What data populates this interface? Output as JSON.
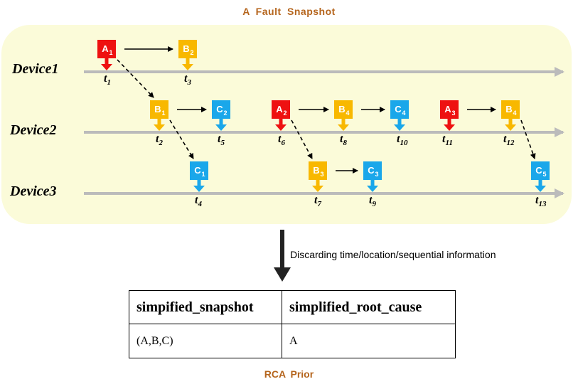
{
  "title": "A  Fault  Snapshot",
  "devices": [
    "Device1",
    "Device2",
    "Device3"
  ],
  "events": [
    {
      "letter": "A",
      "sub": "1",
      "color": "red",
      "device": 0,
      "time": "1"
    },
    {
      "letter": "B",
      "sub": "2",
      "color": "orange",
      "device": 0,
      "time": "3"
    },
    {
      "letter": "B",
      "sub": "1",
      "color": "orange",
      "device": 1,
      "time": "2"
    },
    {
      "letter": "C",
      "sub": "2",
      "color": "blue",
      "device": 1,
      "time": "5"
    },
    {
      "letter": "A",
      "sub": "2",
      "color": "red",
      "device": 1,
      "time": "6"
    },
    {
      "letter": "B",
      "sub": "4",
      "color": "orange",
      "device": 1,
      "time": "8"
    },
    {
      "letter": "C",
      "sub": "4",
      "color": "blue",
      "device": 1,
      "time": "10"
    },
    {
      "letter": "A",
      "sub": "3",
      "color": "red",
      "device": 1,
      "time": "11"
    },
    {
      "letter": "B",
      "sub": "4",
      "color": "orange",
      "device": 1,
      "time": "12"
    },
    {
      "letter": "C",
      "sub": "1",
      "color": "blue",
      "device": 2,
      "time": "4"
    },
    {
      "letter": "B",
      "sub": "3",
      "color": "orange",
      "device": 2,
      "time": "7"
    },
    {
      "letter": "C",
      "sub": "3",
      "color": "blue",
      "device": 2,
      "time": "9"
    },
    {
      "letter": "C",
      "sub": "5",
      "color": "blue",
      "device": 2,
      "time": "13"
    }
  ],
  "time_prefix": "t",
  "solid_links": [
    [
      0,
      1
    ],
    [
      2,
      3
    ],
    [
      4,
      5
    ],
    [
      5,
      6
    ],
    [
      7,
      8
    ],
    [
      10,
      11
    ]
  ],
  "dashed_links": [
    [
      0,
      2
    ],
    [
      2,
      9
    ],
    [
      4,
      10
    ],
    [
      8,
      12
    ]
  ],
  "transform_label": "Discarding time/location/sequential  information",
  "table": {
    "headers": [
      "simpified_snapshot",
      "simplified_root_cause"
    ],
    "row": [
      "(A,B,C)",
      "A"
    ]
  },
  "footer_title": "RCA Prior",
  "colors": {
    "red": "#ee1111",
    "orange": "#f8b800",
    "blue": "#1aa7ea",
    "axis": "#bbbbbb",
    "panel": "#fbfbd9",
    "title": "#b5651d"
  }
}
